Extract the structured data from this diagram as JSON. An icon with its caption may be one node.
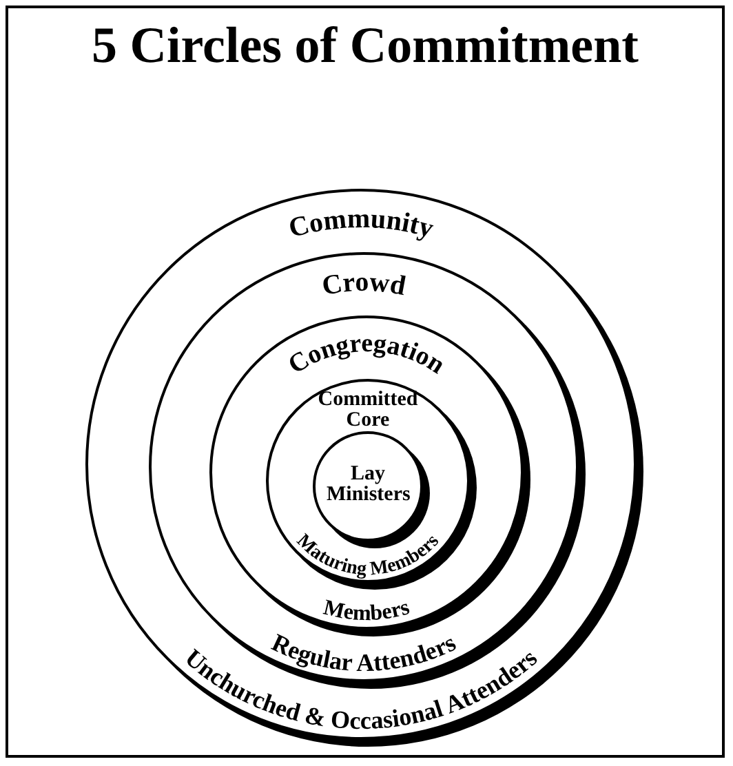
{
  "diagram": {
    "title": "5 Circles of Commitment",
    "nodes": [
      {
        "text": [
          "Community",
          "Unchurched & Occasional Attenders"
        ]
      },
      {
        "text": [
          "Crowd",
          "Regular Attenders"
        ],
        "in": 0
      },
      {
        "text": [
          "Congregation",
          "Members"
        ],
        "in": 1
      },
      {
        "text": [
          "Committed Core",
          "Maturing Members"
        ],
        "in": 2
      },
      {
        "text": [
          "Lay Ministers"
        ],
        "in": 3
      }
    ],
    "edges": []
  }
}
